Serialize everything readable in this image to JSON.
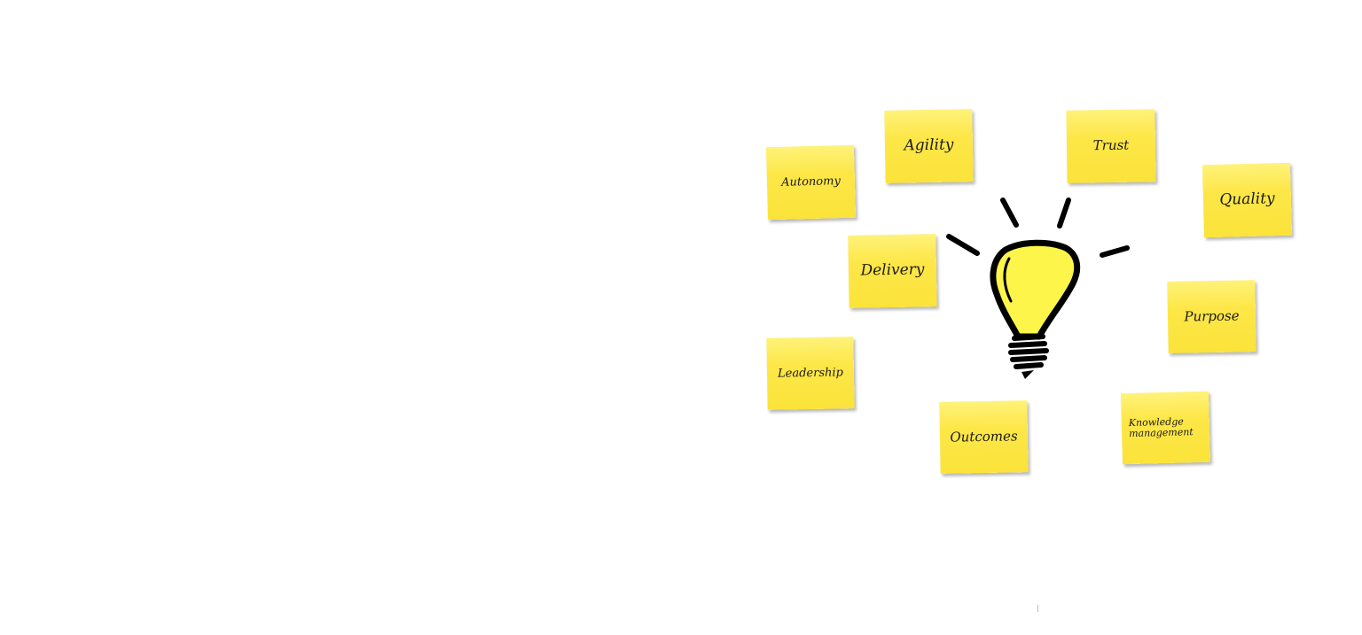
{
  "notes": {
    "autonomy": "Autonomy",
    "agility": "Agility",
    "trust": "Trust",
    "quality": "Quality",
    "delivery": "Delivery",
    "purpose": "Purpose",
    "leadership": "Leadership",
    "outcomes": "Outcomes",
    "knowledge_management": "Knowledge management"
  },
  "colors": {
    "note_yellow": "#fbe33a",
    "bulb_yellow": "#fdf54a",
    "outline": "#000000",
    "background": "#ffffff"
  },
  "icons": {
    "center": "lightbulb-icon"
  }
}
